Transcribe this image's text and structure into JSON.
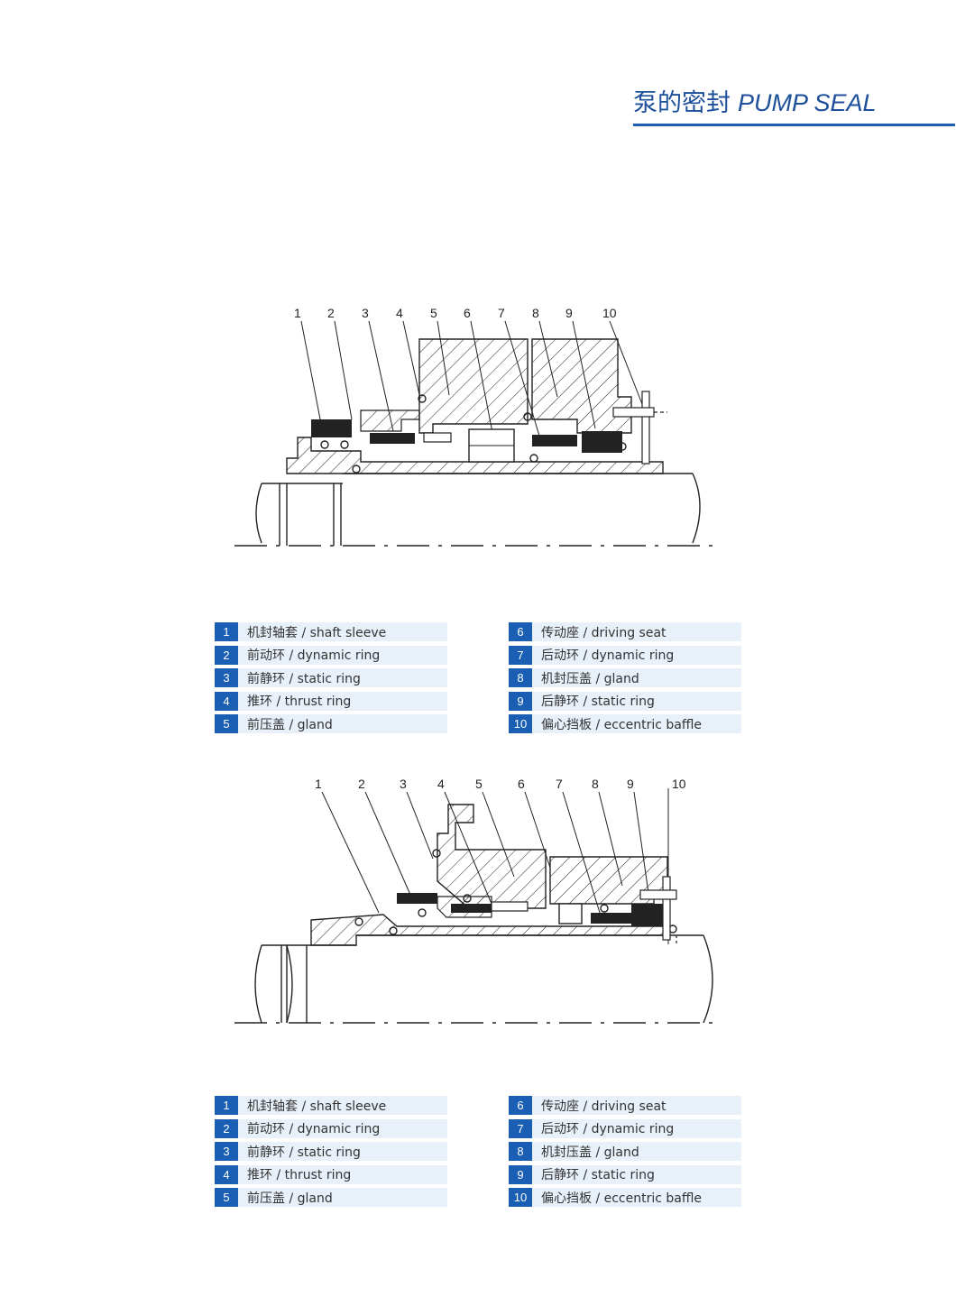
{
  "header": {
    "title_cn": "泵的密封",
    "title_en": "PUMP SEAL",
    "accent_color": "#1d5fb0"
  },
  "diagrams": [
    {
      "callouts": [
        "1",
        "2",
        "3",
        "4",
        "5",
        "6",
        "7",
        "8",
        "9",
        "10"
      ]
    },
    {
      "callouts": [
        "1",
        "2",
        "3",
        "4",
        "5",
        "6",
        "7",
        "8",
        "9",
        "10"
      ]
    }
  ],
  "legends": [
    {
      "left": [
        {
          "num": "1",
          "label": "机封轴套 / shaft sleeve"
        },
        {
          "num": "2",
          "label": "前动环 / dynamic ring"
        },
        {
          "num": "3",
          "label": "前静环 / static ring"
        },
        {
          "num": "4",
          "label": "推环 / thrust ring"
        },
        {
          "num": "5",
          "label": "前压盖 / gland"
        }
      ],
      "right": [
        {
          "num": "6",
          "label": "传动座 / driving seat"
        },
        {
          "num": "7",
          "label": "后动环 / dynamic ring"
        },
        {
          "num": "8",
          "label": "机封压盖 / gland"
        },
        {
          "num": "9",
          "label": "后静环 / static ring"
        },
        {
          "num": "10",
          "label": "偏心挡板 / eccentric baffle"
        }
      ]
    },
    {
      "left": [
        {
          "num": "1",
          "label": "机封轴套 / shaft sleeve"
        },
        {
          "num": "2",
          "label": "前动环 / dynamic ring"
        },
        {
          "num": "3",
          "label": "前静环 / static ring"
        },
        {
          "num": "4",
          "label": "推环 / thrust ring"
        },
        {
          "num": "5",
          "label": "前压盖 / gland"
        }
      ],
      "right": [
        {
          "num": "6",
          "label": "传动座 / driving seat"
        },
        {
          "num": "7",
          "label": "后动环 / dynamic ring"
        },
        {
          "num": "8",
          "label": "机封压盖 / gland"
        },
        {
          "num": "9",
          "label": "后静环 / static ring"
        },
        {
          "num": "10",
          "label": "偏心挡板 / eccentric baffle"
        }
      ]
    }
  ]
}
